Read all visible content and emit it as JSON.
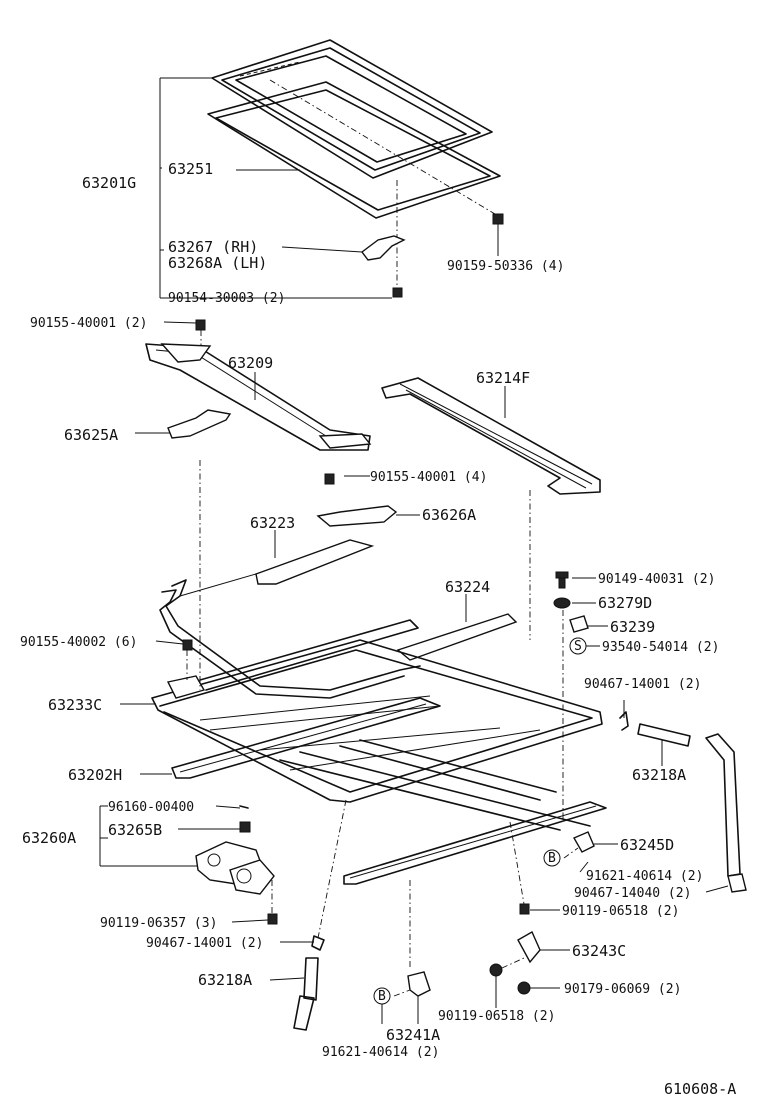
{
  "diagram_id": "610608-A",
  "callouts": {
    "c63201G": "63201G",
    "c63251": "63251",
    "c63267": "63267  (RH)",
    "c63268A": "63268A (LH)",
    "c90154": "90154-30003 (2)",
    "c90159": "90159-50336 (4)",
    "c90155_a": "90155-40001 (2)",
    "c63209": "63209",
    "c63625A": "63625A",
    "c63214F": "63214F",
    "c90155_b": "90155-40001 (4)",
    "c63626A": "63626A",
    "c63223": "63223",
    "c63224": "63224",
    "c90149": "90149-40031 (2)",
    "c63279D": "63279D",
    "c63239": "63239",
    "c93540": "93540-54014 (2)",
    "c90155_c": "90155-40002 (6)",
    "c90467_a": "90467-14001 (2)",
    "c63233C": "63233C",
    "c63218A_a": "63218A",
    "c63202H": "63202H",
    "c96160": "96160-00400",
    "c63260A": "63260A",
    "c63265B": "63265B",
    "c63245D": "63245D",
    "c91621_a": "91621-40614 (2)",
    "c90467_b": "90467-14040 (2)",
    "c90119_a": "90119-06357 (3)",
    "c90119_b": "90119-06518 (2)",
    "c90467_c": "90467-14001 (2)",
    "c63243C": "63243C",
    "c63218A_b": "63218A",
    "c90179": "90179-06069 (2)",
    "c90119_c": "90119-06518 (2)",
    "c63241A": "63241A",
    "c91621_b": "91621-40614 (2)"
  },
  "symbols": {
    "b": "B",
    "s": "S"
  }
}
